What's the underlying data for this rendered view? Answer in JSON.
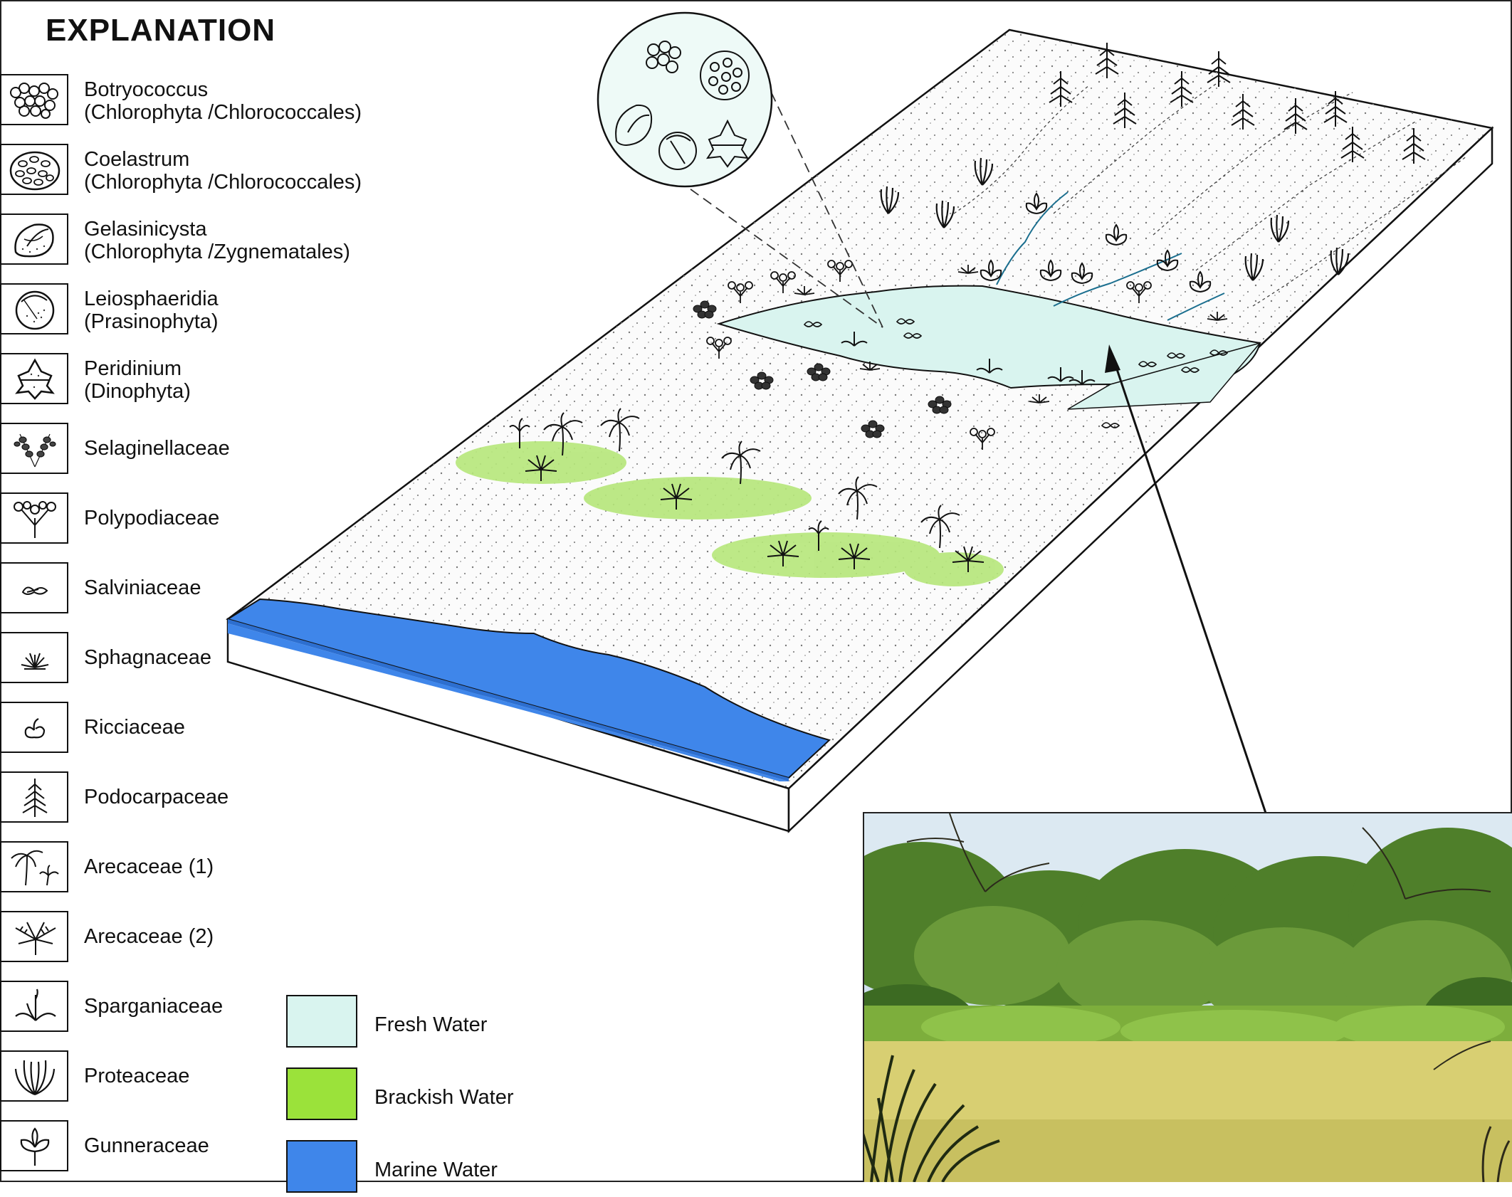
{
  "explanation": {
    "title": "EXPLANATION",
    "items": [
      {
        "name": "Botryococcus",
        "group": "(Chlorophyta /Chlorococcales)",
        "icon": "botryococcus-icon"
      },
      {
        "name": "Coelastrum",
        "group": "(Chlorophyta /Chlorococcales)",
        "icon": "coelastrum-icon"
      },
      {
        "name": "Gelasinicysta",
        "group": "(Chlorophyta /Zygnematales)",
        "icon": "gelasinicysta-icon"
      },
      {
        "name": "Leiosphaeridia",
        "group": "(Prasinophyta)",
        "icon": "leiosphaeridia-icon"
      },
      {
        "name": "Peridinium",
        "group": "(Dinophyta)",
        "icon": "peridinium-icon"
      },
      {
        "name": "Selaginellaceae",
        "group": "",
        "icon": "selaginellaceae-icon"
      },
      {
        "name": "Polypodiaceae",
        "group": "",
        "icon": "polypodiaceae-icon"
      },
      {
        "name": "Salviniaceae",
        "group": "",
        "icon": "salviniaceae-icon"
      },
      {
        "name": "Sphagnaceae",
        "group": "",
        "icon": "sphagnaceae-icon"
      },
      {
        "name": "Ricciaceae",
        "group": "",
        "icon": "ricciaceae-icon"
      },
      {
        "name": "Podocarpaceae",
        "group": "",
        "icon": "podocarpaceae-icon"
      },
      {
        "name": "Arecaceae (1)",
        "group": "",
        "icon": "arecaceae-1-icon"
      },
      {
        "name": "Arecaceae (2)",
        "group": "",
        "icon": "arecaceae-2-icon"
      },
      {
        "name": "Sparganiaceae",
        "group": "",
        "icon": "sparganiaceae-icon"
      },
      {
        "name": "Proteaceae",
        "group": "",
        "icon": "proteaceae-icon"
      },
      {
        "name": "Gunneraceae",
        "group": "",
        "icon": "gunneraceae-icon"
      }
    ],
    "water": [
      {
        "label": "Fresh Water",
        "color": "#d9f4ef"
      },
      {
        "label": "Brackish Water",
        "color": "#9be23a"
      },
      {
        "label": "Marine Water",
        "color": "#3f86ea"
      }
    ]
  },
  "colors": {
    "fresh": "#d9f4ef",
    "brackish": "#a8e05a",
    "marine": "#3f86ea",
    "photo_water": "#d8cf72",
    "photo_trees": "#4f7f2a"
  }
}
